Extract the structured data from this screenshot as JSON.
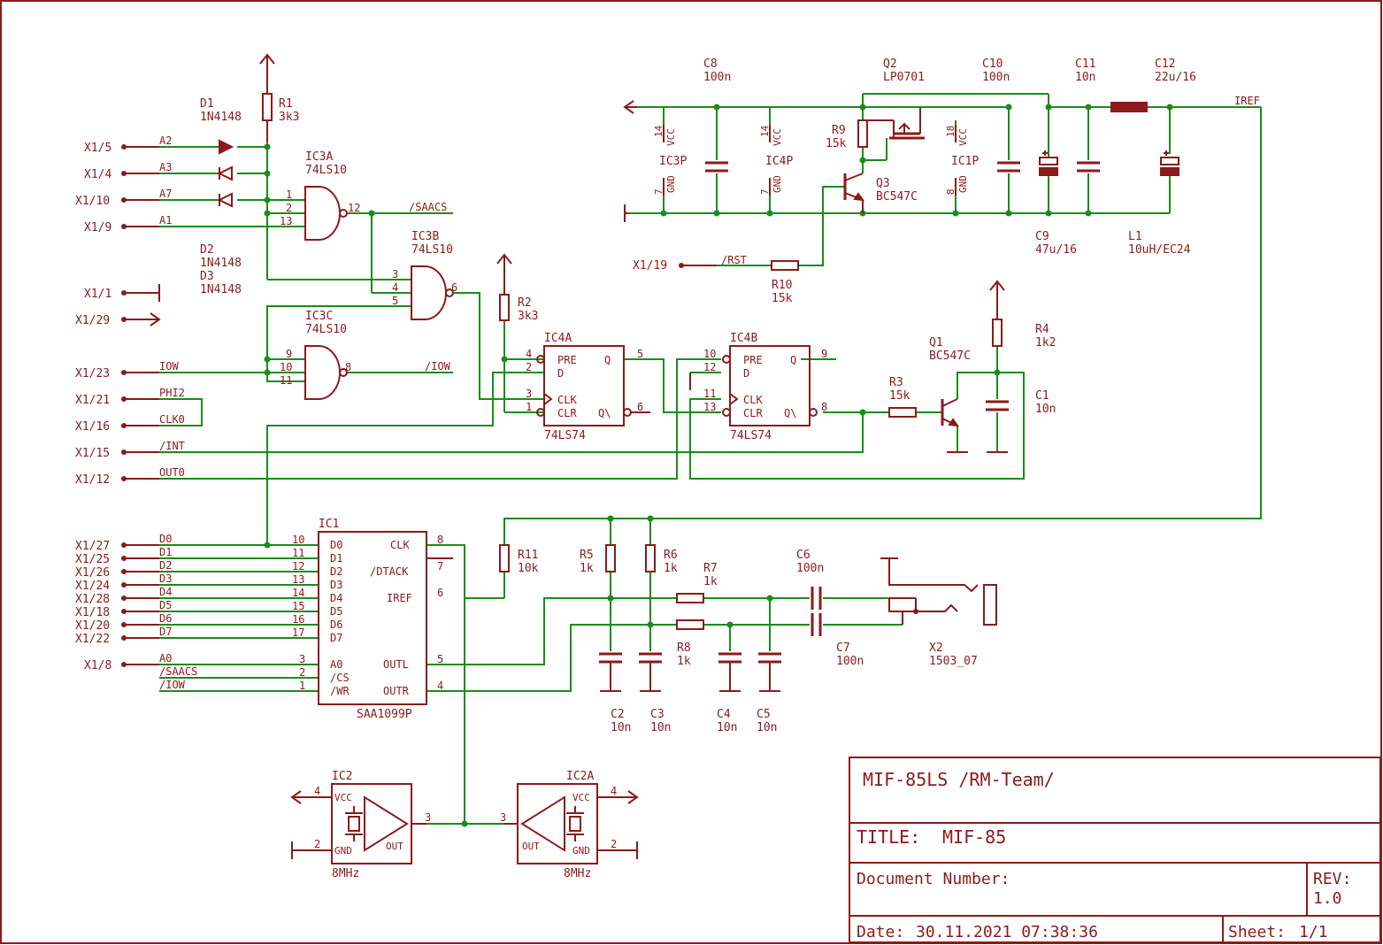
{
  "title_block": {
    "project": "MIF-85LS /RM-Team/",
    "title_label": "TITLE:",
    "title_value": "MIF-85",
    "docnum_label": "Document Number:",
    "rev_label": "REV:",
    "rev_value": "1.0",
    "date_label": "Date:",
    "date_value": "30.11.2021 07:38:36",
    "sheet_label": "Sheet:",
    "sheet_value": "1/1"
  },
  "connectors": [
    "X1/5",
    "X1/4",
    "X1/10",
    "X1/9",
    "X1/1",
    "X1/29",
    "X1/23",
    "X1/21",
    "X1/16",
    "X1/15",
    "X1/12",
    "X1/27",
    "X1/25",
    "X1/26",
    "X1/24",
    "X1/28",
    "X1/18",
    "X1/20",
    "X1/22",
    "X1/8",
    "X1/19"
  ],
  "nets": [
    "A2",
    "A3",
    "A7",
    "A1",
    "IOW",
    "PHI2",
    "CLK0",
    "/INT",
    "OUT0",
    "D0",
    "D1",
    "D2",
    "D3",
    "D4",
    "D5",
    "D6",
    "D7",
    "A0",
    "/SAACS",
    "/IOW",
    "/RST",
    "IREF"
  ],
  "components": {
    "d1": [
      "D1",
      "1N4148"
    ],
    "d2": [
      "D2",
      "1N4148"
    ],
    "d3": [
      "D3",
      "1N4148"
    ],
    "r1": [
      "R1",
      "3k3"
    ],
    "r2": [
      "R2",
      "3k3"
    ],
    "r3": [
      "R3",
      "15k"
    ],
    "r4": [
      "R4",
      "1k2"
    ],
    "r5": [
      "R5",
      "1k"
    ],
    "r6": [
      "R6",
      "1k"
    ],
    "r7": [
      "R7",
      "1k"
    ],
    "r8": [
      "R8",
      "1k"
    ],
    "r9": [
      "R9",
      "15k"
    ],
    "r10": [
      "R10",
      "15k"
    ],
    "r11": [
      "R11",
      "10k"
    ],
    "ic3a": [
      "IC3A",
      "74LS10"
    ],
    "ic3b": [
      "IC3B",
      "74LS10"
    ],
    "ic3c": [
      "IC3C",
      "74LS10"
    ],
    "ic4a": [
      "IC4A",
      "74LS74"
    ],
    "ic4b": [
      "IC4B",
      "74LS74"
    ],
    "ic1": [
      "IC1",
      "SAA1099P"
    ],
    "ic2": [
      "IC2",
      "8MHz"
    ],
    "ic2a": [
      "IC2A",
      "8MHz"
    ],
    "q1": [
      "Q1",
      "BC547C"
    ],
    "q2": [
      "Q2",
      "LP0701"
    ],
    "q3": [
      "Q3",
      "BC547C"
    ],
    "c1": [
      "C1",
      "10n"
    ],
    "c2": [
      "C2",
      "10n"
    ],
    "c3": [
      "C3",
      "10n"
    ],
    "c4": [
      "C4",
      "10n"
    ],
    "c5": [
      "C5",
      "10n"
    ],
    "c6": [
      "C6",
      "100n"
    ],
    "c7": [
      "C7",
      "100n"
    ],
    "c8": [
      "C8",
      "100n"
    ],
    "c9": [
      "C9",
      "47u/16"
    ],
    "c10": [
      "C10",
      "100n"
    ],
    "c11": [
      "C11",
      "10n"
    ],
    "c12": [
      "C12",
      "22u/16"
    ],
    "l1": [
      "L1",
      "10uH/EC24"
    ],
    "x2": [
      "X2",
      "1503_07"
    ],
    "ic3p": "IC3P",
    "ic4p": "IC4P",
    "ic1p": "IC1P"
  },
  "pin_names": {
    "ff": [
      "PRE",
      "D",
      "CLK",
      "CLR",
      "Q",
      "Q\\"
    ],
    "ic1_left": [
      "D0",
      "D1",
      "D2",
      "D3",
      "D4",
      "D5",
      "D6",
      "D7",
      "A0",
      "/CS",
      "/WR"
    ],
    "ic1_right": [
      "CLK",
      "/DTACK",
      "IREF",
      "OUTL",
      "OUTR"
    ],
    "osc": [
      "VCC",
      "GND",
      "OUT"
    ],
    "power": [
      "VCC",
      "GND"
    ]
  },
  "pin_numbers": {
    "ic3a": [
      "1",
      "2",
      "13",
      "12"
    ],
    "ic3b": [
      "3",
      "4",
      "5",
      "6"
    ],
    "ic3c": [
      "9",
      "10",
      "11",
      "8"
    ],
    "ic4a": [
      "4",
      "2",
      "3",
      "1",
      "5",
      "6"
    ],
    "ic4b": [
      "10",
      "12",
      "11",
      "13",
      "9",
      "8"
    ],
    "ic1_left": [
      "10",
      "11",
      "12",
      "13",
      "14",
      "15",
      "16",
      "17",
      "3",
      "2",
      "1"
    ],
    "ic1_right": [
      "8",
      "7",
      "6",
      "5",
      "4"
    ],
    "ic2": [
      "4",
      "2",
      "3"
    ],
    "ic2a": [
      "4",
      "2",
      "3"
    ],
    "power": [
      "14",
      "7",
      "14",
      "7",
      "18",
      "8"
    ]
  },
  "colors": {
    "part": "#8b1a1a",
    "wire": "#1a8c1a"
  }
}
